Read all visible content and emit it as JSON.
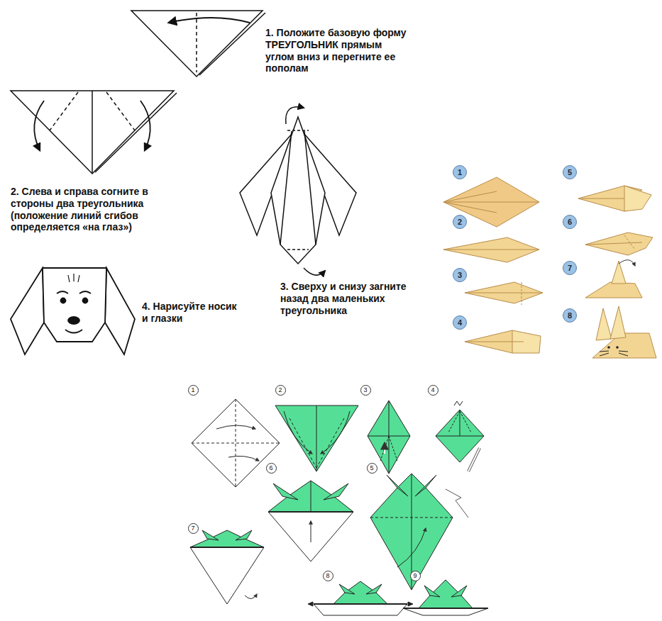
{
  "diagram": {
    "labels": [
      "1. Положите базовую форму ТРЕУГОЛЬНИК прямым углом вниз и перегните ее пополам",
      "2. Слева и справа согните в стороны два треугольника (положение линий сгибов определяется «на глаз»)",
      "3. Сверху и снизу загните назад два маленьких треугольника",
      "4. Нарисуйте носик и глазки",
      "1",
      "2",
      "3",
      "4",
      "5",
      "6",
      "7",
      "8",
      "1",
      "2",
      "3",
      "4",
      "5",
      "6",
      "7",
      "8",
      "9"
    ]
  }
}
